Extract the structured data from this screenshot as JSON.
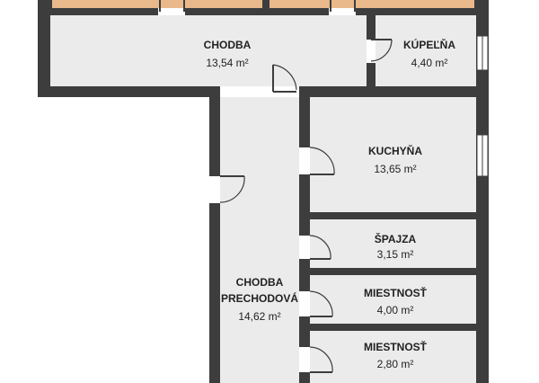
{
  "rooms": {
    "chodba": {
      "name": "CHODBA",
      "area": "13,54 m²"
    },
    "kupelna": {
      "name": "KÚPEĽŇA",
      "area": "4,40 m²"
    },
    "kuchyna": {
      "name": "KUCHYŇA",
      "area": "13,65 m²"
    },
    "spajza": {
      "name": "ŠPAJZA",
      "area": "3,15 m²"
    },
    "chodba_prechodova": {
      "name_line1": "CHODBA",
      "name_line2": "PRECHODOVÁ",
      "area": "14,62 m²"
    },
    "miestnost_1": {
      "name": "MIESTNOSŤ",
      "area": "4,00 m²"
    },
    "miestnost_2": {
      "name": "MIESTNOSŤ",
      "area": "2,80 m²"
    }
  },
  "colors": {
    "wall": "#3d3d3d",
    "floor": "#ebebeb",
    "wood_floor": "#e9b98c",
    "text": "#222222"
  }
}
